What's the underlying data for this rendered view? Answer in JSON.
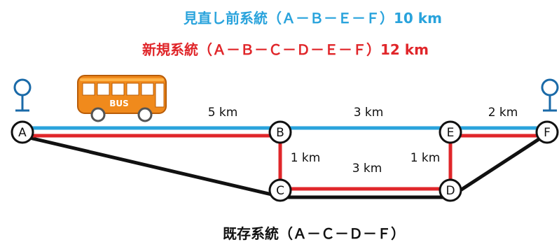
{
  "routes": {
    "old": {
      "label": "見直し前系統（Ａ－Ｂ－Ｅ－Ｆ）10 km",
      "color": "#29a3dc"
    },
    "new": {
      "label": "新規系統（Ａ－Ｂ－Ｃ－Ｄ－Ｅ－Ｆ）12 km",
      "color": "#e0262a"
    },
    "existing": {
      "label": "既存系統（Ａ－Ｃ－Ｄ－Ｆ）",
      "color": "#111111"
    }
  },
  "nodes": {
    "A": "A",
    "B": "B",
    "C": "C",
    "D": "D",
    "E": "E",
    "F": "F"
  },
  "distances": {
    "ab": "5 km",
    "be": "3 km",
    "ef": "2 km",
    "bc": "1 km",
    "cd": "3 km",
    "de": "1 km"
  },
  "bus": {
    "label": "BUS",
    "body_color": "#f08a1c"
  },
  "bus_stop_icon": "bus-stop-icon"
}
